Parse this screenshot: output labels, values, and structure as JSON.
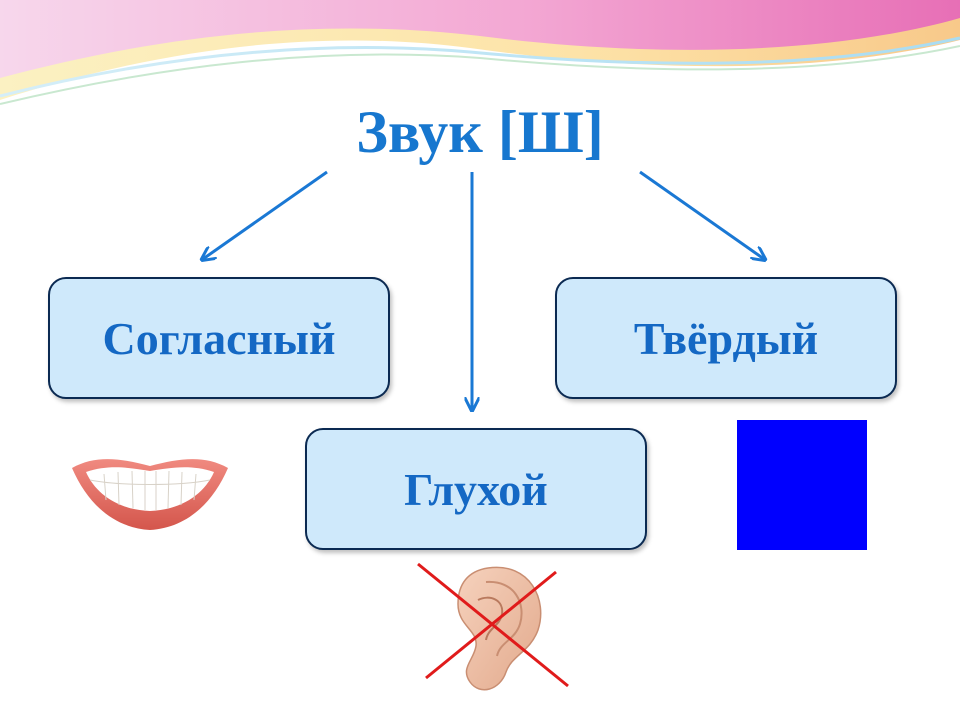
{
  "slide": {
    "title": "Звук [Ш]",
    "boxes": {
      "consonant": "Согласный",
      "hard": "Твёрдый",
      "voiceless": "Глухой"
    }
  },
  "icons": {
    "mouth": "smiling-mouth-icon",
    "ear": "crossed-out-ear-icon",
    "square": "blue-square-icon"
  },
  "colors": {
    "title": "#1777cf",
    "box_text": "#1468c4",
    "box_fill": "#cfe9fb",
    "box_border": "#0b2a52",
    "arrow": "#1a78d4",
    "square": "#0000ff",
    "cross": "#e01b1b"
  }
}
